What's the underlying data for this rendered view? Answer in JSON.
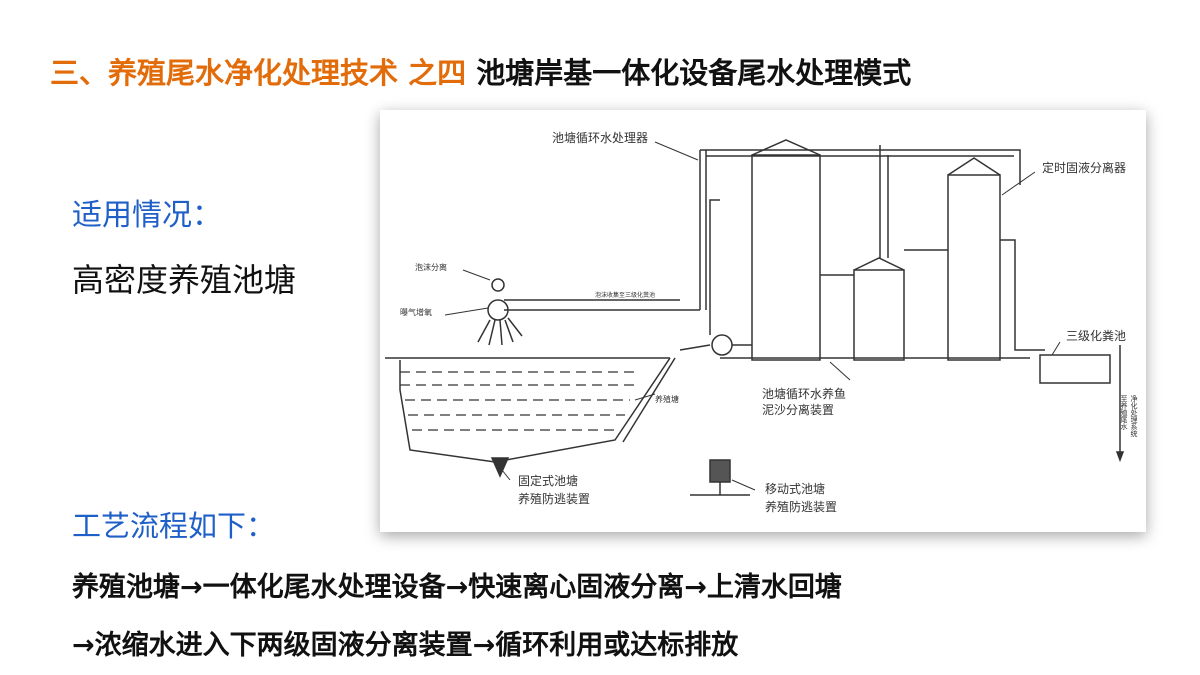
{
  "title": {
    "part1": "三、养殖尾水净化处理技术 之四 ",
    "part2": "池塘岸基一体化设备尾水处理模式"
  },
  "applicable": {
    "heading": "适用情况：",
    "value": "高密度养殖池塘"
  },
  "process": {
    "heading": "工艺流程如下：",
    "line1": "养殖池塘→一体化尾水处理设备→快速离心固液分离→上清水回塘",
    "line2": "→浓缩水进入下两级固液分离装置→循环利用或达标排放"
  },
  "diagram": {
    "labels": {
      "processor": "池塘循环水处理器",
      "separator": "定时固液分离器",
      "foam": "泡沫分离",
      "aeration": "曝气增氧",
      "foam_pipe": "泡沫收集至三级化粪池",
      "septic": "三级化粪池",
      "pond": "养殖塘",
      "sediment1": "池塘循环水养鱼",
      "sediment2": "泥沙分离装置",
      "fixed1": "固定式池塘",
      "fixed2": "养殖防逃装置",
      "mobile1": "移动式池塘",
      "mobile2": "养殖防逃装置",
      "outlet1": "至养殖尾水",
      "outlet2": "净化处理系统"
    }
  }
}
